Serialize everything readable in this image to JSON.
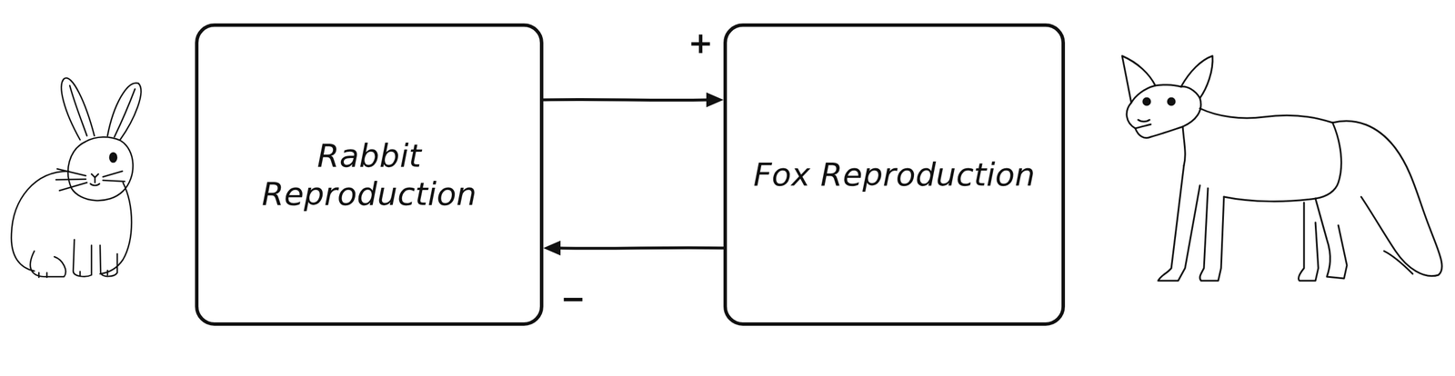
{
  "diagram": {
    "nodes": [
      {
        "text": [
          "Rabbit Reproduction"
        ]
      },
      {
        "text": [
          "Fox Reproduction"
        ]
      }
    ],
    "edges": [
      {
        "from": 0,
        "to": 1,
        "arrow": "to",
        "label": "+"
      },
      {
        "from": 1,
        "to": 0,
        "arrow": "to",
        "label": "−"
      }
    ]
  }
}
